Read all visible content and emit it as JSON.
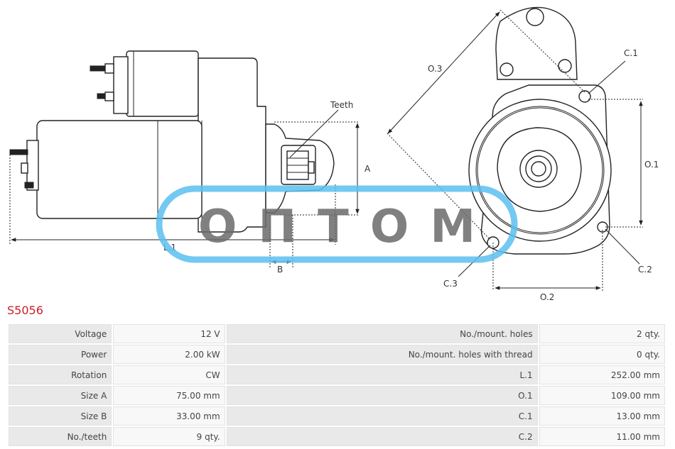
{
  "product": {
    "code": "S5056"
  },
  "diagram": {
    "labels": {
      "teeth": "Teeth",
      "a": "A",
      "b": "B",
      "l1": "L.1",
      "o1": "O.1",
      "o2": "O.2",
      "o3": "O.3",
      "c1": "C.1",
      "c2": "C.2",
      "c3": "C.3"
    },
    "watermark": {
      "text": "ОПТОМ",
      "color": "#5bc0f0"
    }
  },
  "specs": {
    "rows": [
      {
        "left_label": "Voltage",
        "left_value": "12 V",
        "right_label": "No./mount. holes",
        "right_value": "2 qty."
      },
      {
        "left_label": "Power",
        "left_value": "2.00 kW",
        "right_label": "No./mount. holes with thread",
        "right_value": "0 qty."
      },
      {
        "left_label": "Rotation",
        "left_value": "CW",
        "right_label": "L.1",
        "right_value": "252.00 mm"
      },
      {
        "left_label": "Size A",
        "left_value": "75.00 mm",
        "right_label": "O.1",
        "right_value": "109.00 mm"
      },
      {
        "left_label": "Size B",
        "left_value": "33.00 mm",
        "right_label": "C.1",
        "right_value": "13.00 mm"
      },
      {
        "left_label": "No./teeth",
        "left_value": "9 qty.",
        "right_label": "C.2",
        "right_value": "11.00 mm"
      }
    ]
  },
  "colors": {
    "code_text": "#c8202b",
    "watermark_ring": "#5bc0f0",
    "label_cell": "#e9e9e9",
    "value_cell": "#f8f8f8"
  }
}
